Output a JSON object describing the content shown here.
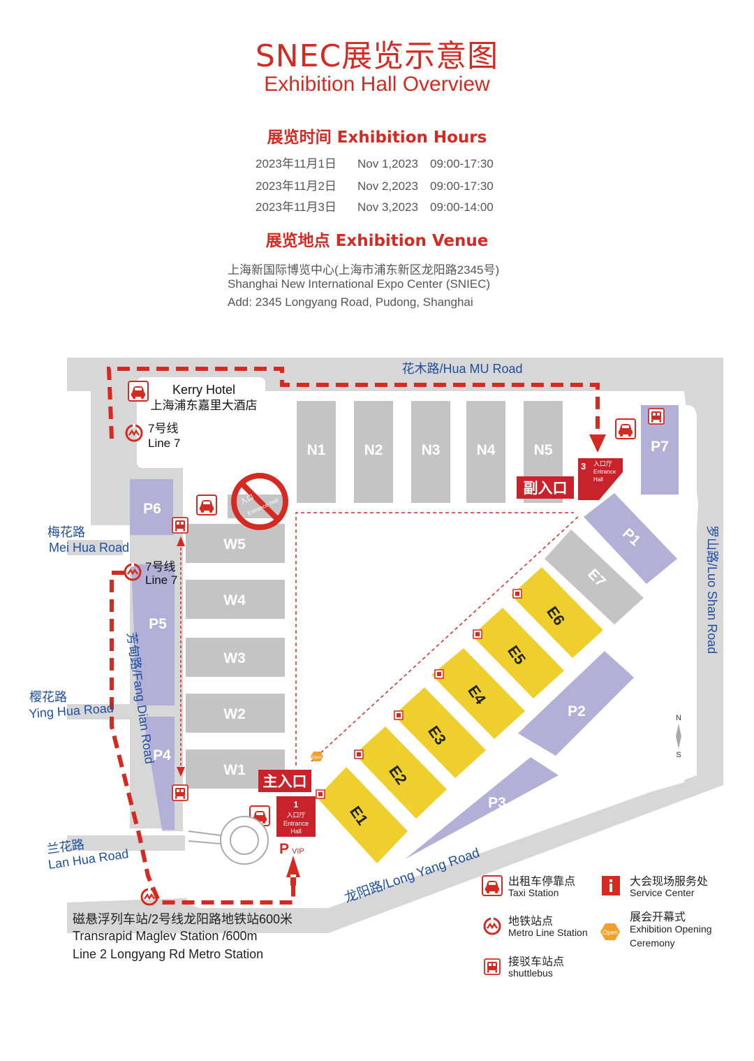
{
  "header": {
    "title_cn": "SNEC展览示意图",
    "title_en": "Exhibition Hall Overview"
  },
  "hours": {
    "heading": "展览时间 Exhibition Hours",
    "rows": [
      {
        "cn": "2023年11月1日",
        "en": "Nov 1,2023",
        "time": "09:00-17:30"
      },
      {
        "cn": "2023年11月2日",
        "en": "Nov 2,2023",
        "time": "09:00-17:30"
      },
      {
        "cn": "2023年11月3日",
        "en": "Nov 3,2023",
        "time": "09:00-14:00"
      }
    ]
  },
  "venue": {
    "heading": "展览地点 Exhibition Venue",
    "name_cn": "上海新国际博览中心(上海市浦东新区龙阳路2345号)",
    "name_en": "Shanghai New International Expo Center (SNIEC)",
    "address": "Add: 2345 Longyang Road, Pudong, Shanghai"
  },
  "map": {
    "roads": {
      "hua_mu": "花木路/Hua MU Road",
      "mei_hua_cn": "梅花路",
      "mei_hua_en": "Mei Hua Road",
      "ying_hua_cn": "樱花路",
      "ying_hua_en": "Ying Hua Road",
      "lan_hua_cn": "兰花路",
      "lan_hua_en": "Lan Hua Road",
      "fang_dian": "芳甸路/Fang Dian Road",
      "luo_shan": "罗山路/Luo Shan Road",
      "long_yang": "龙阳路/Long Yang Road"
    },
    "hotel": {
      "en": "Kerry Hotel",
      "cn": "上海浦东嘉里大酒店"
    },
    "line7_top": {
      "cn": "7号线",
      "en": "Line 7"
    },
    "line7_side": {
      "cn": "7号线",
      "en": "Line 7"
    },
    "north_halls": [
      "N1",
      "N2",
      "N3",
      "N4",
      "N5"
    ],
    "west_halls": [
      "W5",
      "W4",
      "W3",
      "W2",
      "W1"
    ],
    "east_halls": [
      "E1",
      "E2",
      "E3",
      "E4",
      "E5",
      "E6"
    ],
    "e7": "E7",
    "parking": {
      "p1": "P1",
      "p2": "P2",
      "p3": "P3",
      "p4": "P4",
      "p5": "P5",
      "p6": "P6",
      "p7": "P7"
    },
    "main_entrance": "主入口",
    "side_entrance": "副入口",
    "entrance1": {
      "num": "1",
      "cn": "入口厅",
      "en1": "Entrance",
      "en2": "Hall"
    },
    "entrance3": {
      "num": "3",
      "cn": "入口厅",
      "en1": "Entrance",
      "en2": "Hall"
    },
    "closed_entrance": {
      "cn": "入口",
      "en": "Entrance Hall"
    },
    "pvip": {
      "p": "P",
      "vip": "VIP"
    },
    "open_badge": "Open",
    "compass": {
      "n": "N",
      "s": "S"
    },
    "maglev": {
      "cn": "磁悬浮列车站/2号线龙阳路地铁站600米",
      "en1": "Transrapid Maglev Station /600m",
      "en2": "Line 2 Longyang Rd Metro Station"
    }
  },
  "legend": {
    "taxi": {
      "cn": "出租车停靠点",
      "en": "Taxi Station"
    },
    "metro": {
      "cn": "地铁站点",
      "en": "Metro Line Station"
    },
    "shuttle": {
      "cn": "接驳车站点",
      "en": "shuttlebus"
    },
    "service": {
      "cn": "大会现场服务处",
      "en": "Service Center"
    },
    "opening": {
      "cn": "展会开幕式",
      "en1": "Exhibition Opening",
      "en2": "Ceremony",
      "badge": "Open"
    }
  },
  "colors": {
    "accent_red": "#d42a22",
    "road_grey": "#d7d7d7",
    "hall_grey": "#c4c4c4",
    "hall_yellow": "#efcf2e",
    "parking_purple": "#b3b0d8",
    "road_text_blue": "#1f4fa0"
  }
}
